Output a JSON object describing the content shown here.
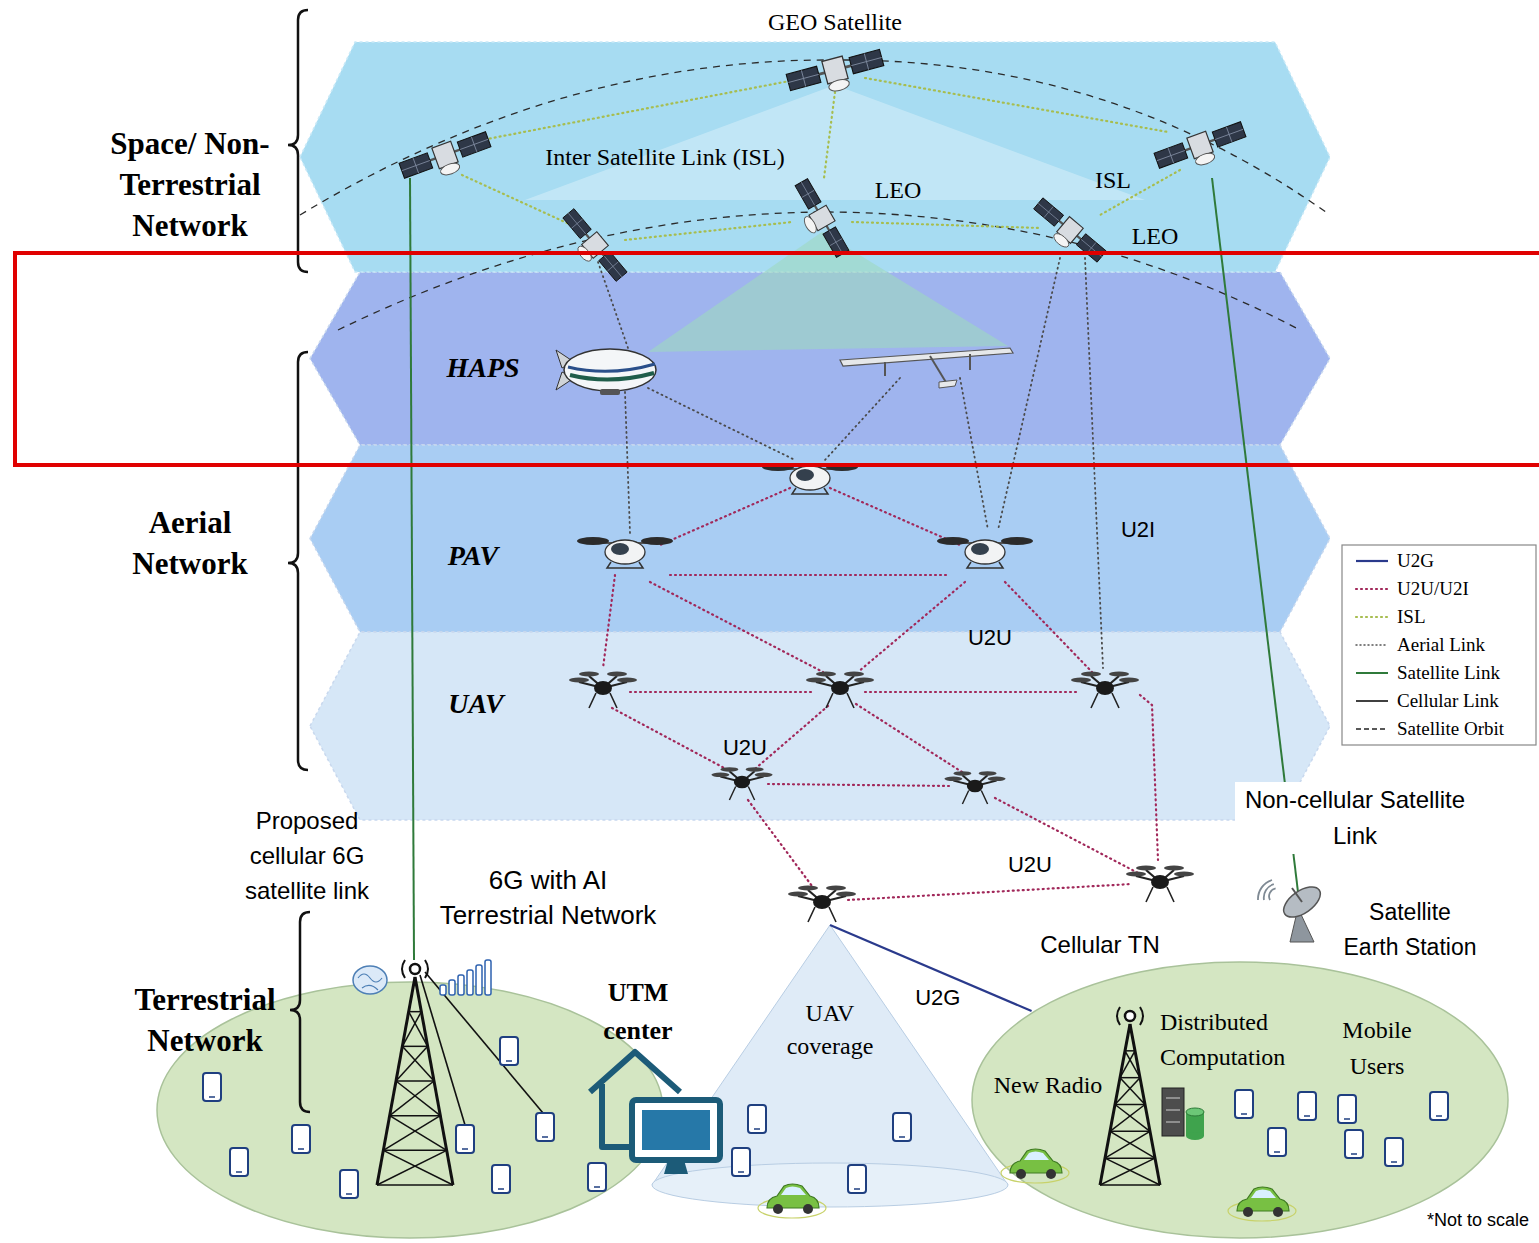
{
  "diagram": {
    "nodes": [
      {
        "text": [
          "HAPS"
        ]
      },
      {
        "text": [
          "PAV"
        ]
      },
      {
        "text": [
          "UAV"
        ]
      },
      {
        "text": [
          "6G with AI Terrestrial Network"
        ]
      },
      {
        "text": [
          "UAV coverage"
        ]
      },
      {
        "text": [
          "Cellular TN",
          "Distributed Computation",
          "New Radio",
          "Mobile Users"
        ]
      }
    ],
    "edges": [
      {
        "from": 4,
        "to": 5,
        "label": "U2G",
        "arrow": "none"
      }
    ],
    "labels": [
      "GEO Satellite",
      "Space/ Non- Terrestrial Network",
      "Inter Satellite Link (ISL)",
      "LEO",
      "ISL",
      "LEO",
      "Aerial Network",
      "U2I",
      "U2U",
      "U2U",
      "Proposed cellular 6G satellite link",
      "Non-cellular Satellite Link",
      "U2U",
      "Satellite Earth Station",
      "Terrestrial Network",
      "UTM center",
      "*Not to scale"
    ],
    "legend": [
      {
        "text": "U2G"
      },
      {
        "text": "U2U/U2I"
      },
      {
        "text": "ISL"
      },
      {
        "text": "Aerial Link"
      },
      {
        "text": "Satellite Link"
      },
      {
        "text": "Cellular Link"
      },
      {
        "text": "Satellite Orbit"
      }
    ]
  }
}
